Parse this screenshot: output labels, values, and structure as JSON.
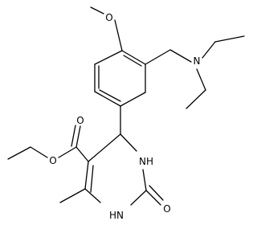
{
  "molecule": {
    "atoms": {
      "o_methoxy": "O",
      "n_amine": "N",
      "o_carbonyl": "O",
      "o_ester": "O",
      "nh_upper": "NH",
      "nh_lower": "HN",
      "o_urea": "O"
    }
  }
}
